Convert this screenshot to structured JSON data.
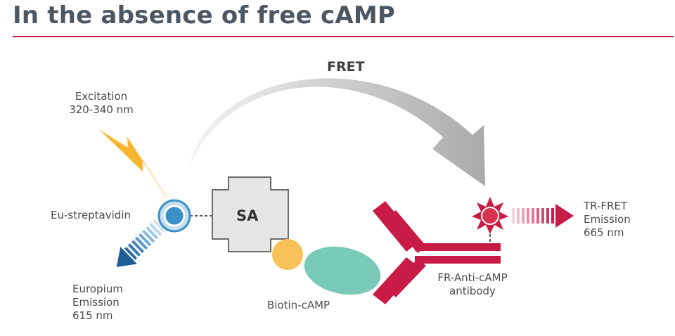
{
  "title": "In the absence of free cAMP",
  "labels": {
    "fret": "FRET",
    "excitation_line1": "Excitation",
    "excitation_line2": "320-340 nm",
    "eu_streptavidin": "Eu-streptavidin",
    "sa": "SA",
    "europium_line1": "Europium",
    "europium_line2": "Emission",
    "europium_line3": "615 nm",
    "biotin_camp": "Biotin-cAMP",
    "antibody_line1": "FR-Anti-cAMP",
    "antibody_line2": "antibody",
    "trfret_line1": "TR-FRET",
    "trfret_line2": "Emission",
    "trfret_line3": "665 nm"
  },
  "colors": {
    "title_rule": "#c81c47",
    "lightning": "#f6b531",
    "europium": "#3a8fc7",
    "europium_ring": "#c5dff0",
    "biotin": "#f8c15a",
    "camp_ellipse": "#79cbb7",
    "antibody": "#c81c47",
    "acceptor": "#d63350",
    "sa_block": "#e6e6e6",
    "fret_arrow": "#b3b3b3"
  },
  "icons": [
    "lightning-icon",
    "europium-donor-icon",
    "acceptor-star-icon"
  ]
}
